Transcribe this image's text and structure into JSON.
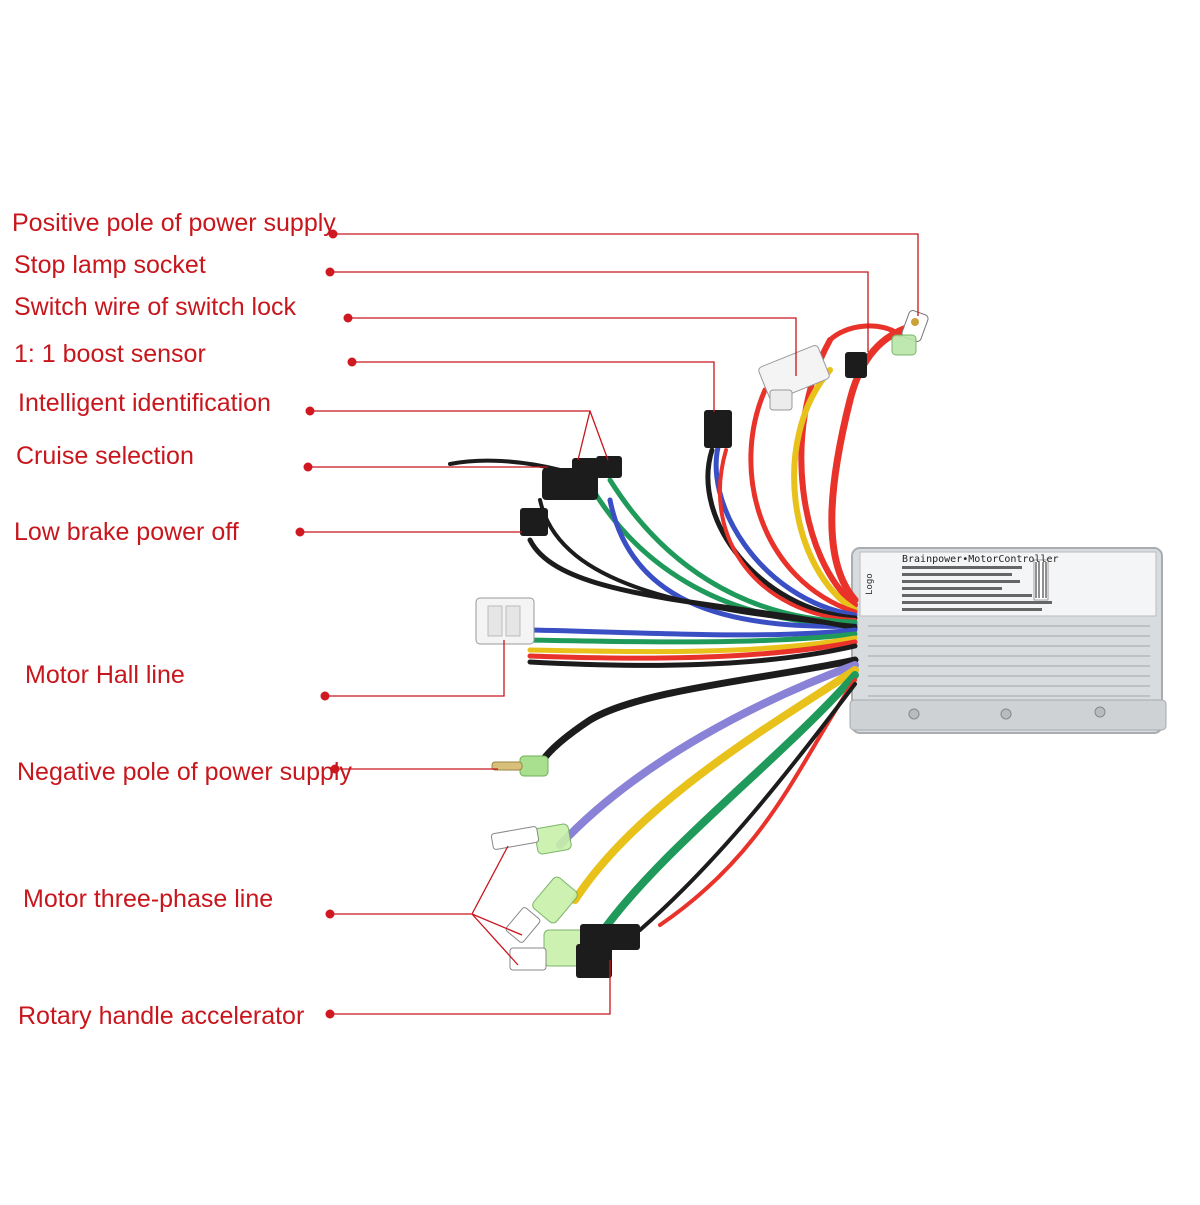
{
  "labels": {
    "positive_pole": "Positive pole of power supply",
    "stop_lamp": "Stop lamp socket",
    "switch_wire": "Switch wire of switch lock",
    "boost_sensor": "1: 1 boost sensor",
    "intelligent_id": "Intelligent identification",
    "cruise": "Cruise selection",
    "low_brake": "Low brake power off",
    "motor_hall": "Motor Hall line",
    "negative_pole": "Negative pole of power supply",
    "three_phase": "Motor three-phase line",
    "rotary_handle": "Rotary handle accelerator"
  },
  "controller_label": {
    "title": "Brainpower•MotorController"
  },
  "colors": {
    "label_red": "#c8161d",
    "leader_line": "#c8161d",
    "wire_red": "#e8322a",
    "wire_yellow": "#e8c21a",
    "wire_green": "#1f9a5a",
    "wire_blue": "#3b4fc4",
    "wire_black": "#1c1c1c",
    "wire_purple": "#8a82d6",
    "housing": "#d9dcdf"
  }
}
